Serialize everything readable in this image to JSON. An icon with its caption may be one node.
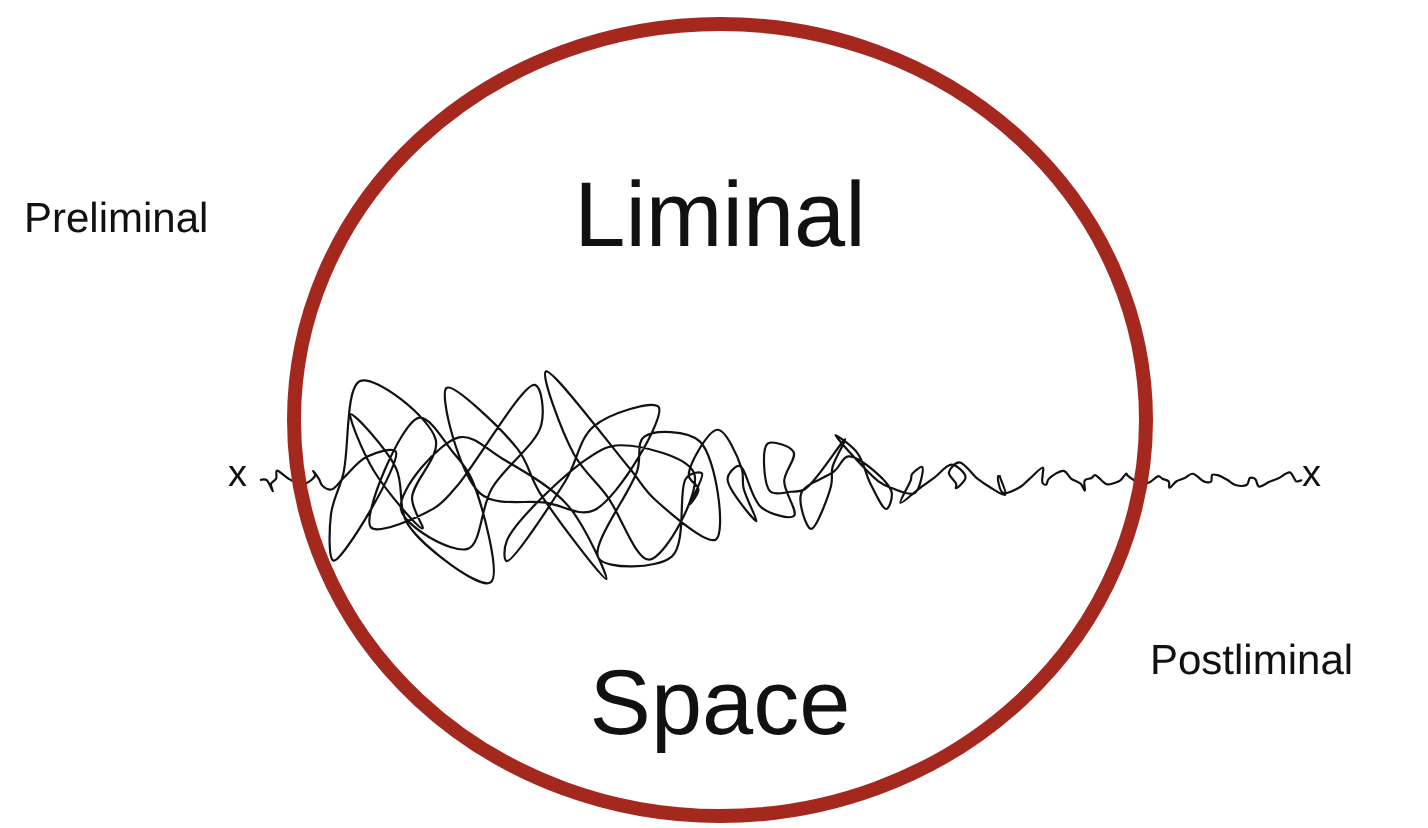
{
  "diagram": {
    "nodes": [
      {
        "text": [
          "Liminal",
          "Space"
        ]
      }
    ],
    "labels": [
      "Preliminal",
      "x",
      "x",
      "Postliminal"
    ]
  }
}
